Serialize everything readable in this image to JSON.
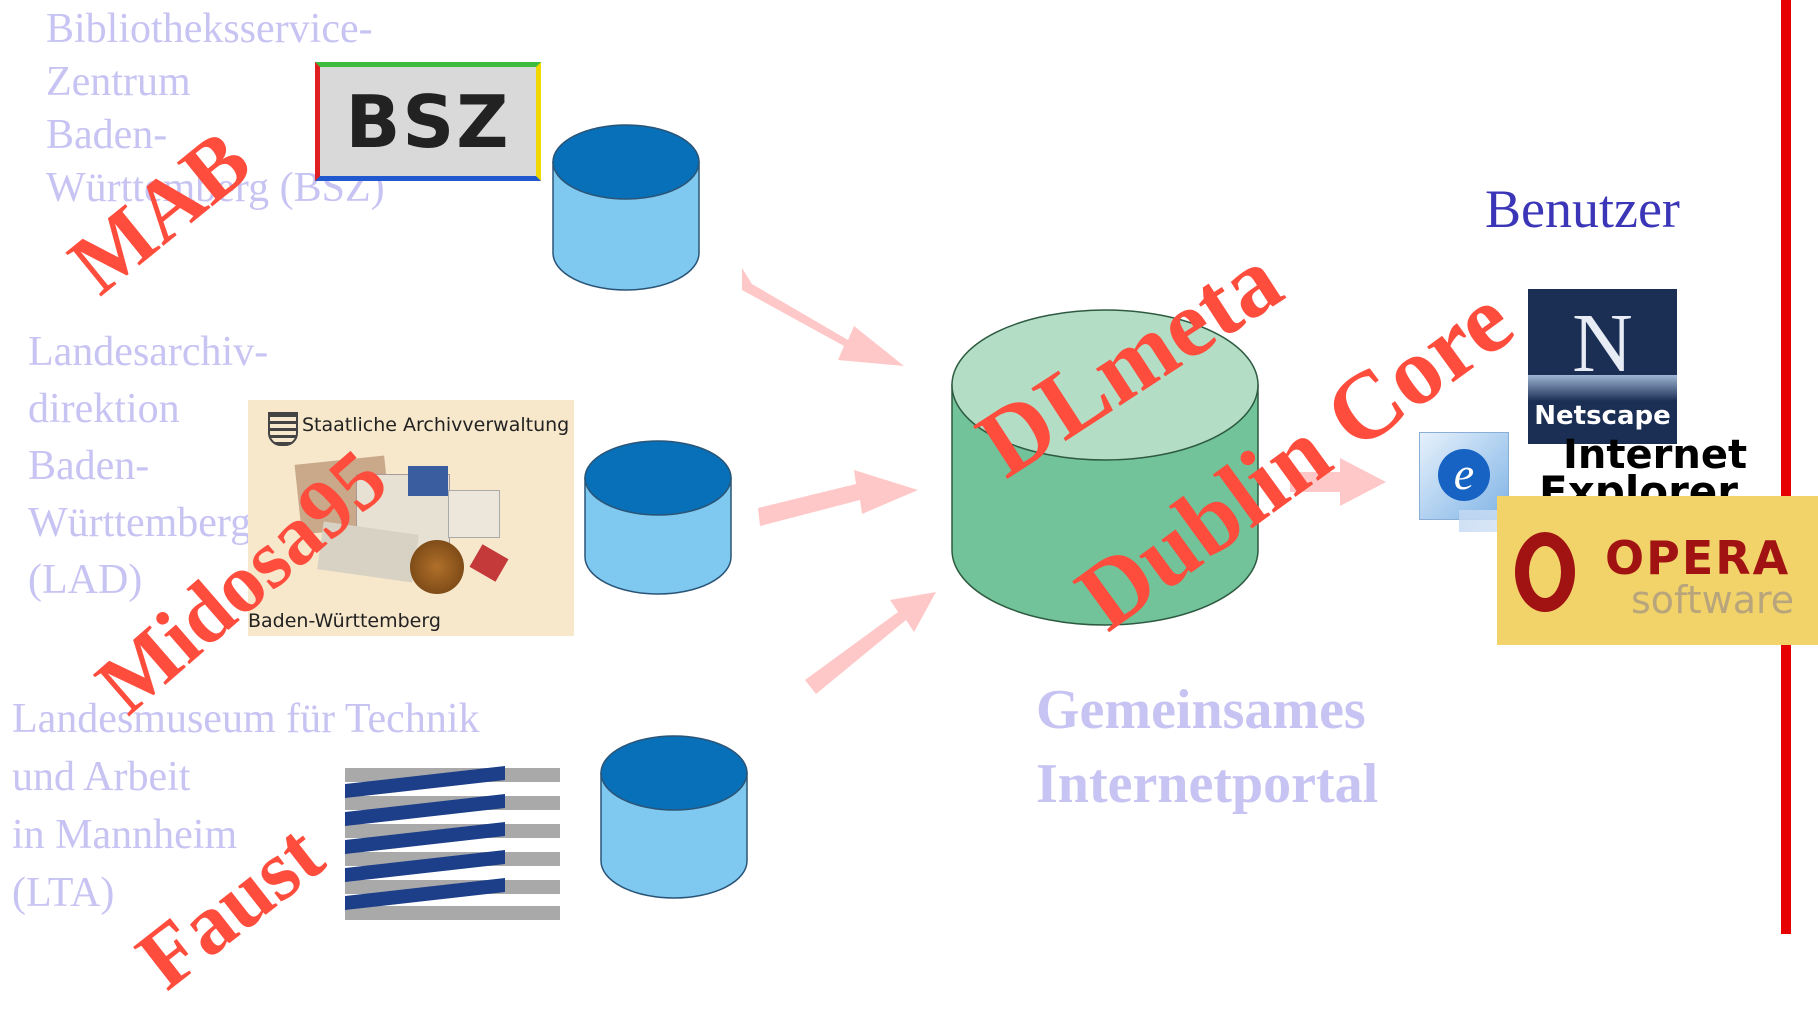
{
  "institutions": [
    {
      "lines": [
        "Bibliotheksservice-",
        "Zentrum",
        "Baden-",
        "Württemberg (BSZ)"
      ],
      "format": "MAB",
      "logo_text": "BSZ"
    },
    {
      "lines": [
        "Landesarchiv-",
        "direktion",
        "Baden-",
        "Württemberg",
        "(LAD)"
      ],
      "format": "Midosa95",
      "logo_title": "Staatliche Archivverwaltung",
      "logo_caption": "Baden-Württemberg"
    },
    {
      "lines": [
        "Landesmuseum für Technik",
        "und Arbeit",
        "in Mannheim",
        "(LTA)"
      ],
      "format": "Faust"
    }
  ],
  "portal": {
    "format1": "DLmeta",
    "format2": "Dublin Core",
    "line1": "Gemeinsames",
    "line2": "Internetportal"
  },
  "user": {
    "label": "Benutzer",
    "browsers": {
      "netscape": "Netscape",
      "ie_line1": "Internet",
      "ie_line2": "Explorer",
      "opera": "OPERA",
      "opera_sub": "software"
    }
  },
  "colors": {
    "accent_red": "#ff4d3d",
    "institution_text": "#c7c3f2",
    "benutzer_text": "#3b36b8",
    "db_blue_top": "#0870b8",
    "db_blue_body": "#7fc8f0",
    "db_green_top": "#b4ddc5",
    "db_green_body": "#72c29a",
    "arrow": "#ffc8c8",
    "right_bar": "#e60000"
  },
  "icons": [
    "database-icon",
    "portal-database-icon",
    "arrow-icon",
    "bsz-logo",
    "archiv-logo",
    "lta-logo",
    "netscape-logo",
    "ie-logo",
    "opera-logo"
  ]
}
